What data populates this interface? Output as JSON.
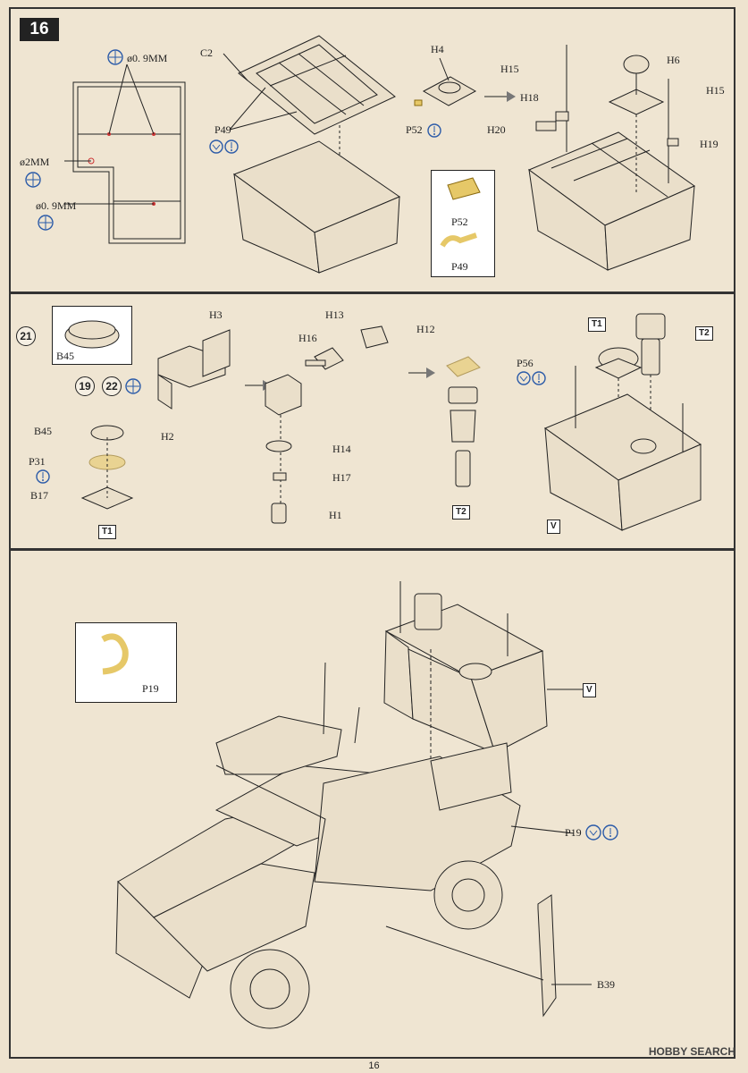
{
  "page_number": "16",
  "step": "16",
  "watermark": "HOBBY SEARCH",
  "panel1": {
    "drill_labels": [
      "ø0. 9MM",
      "ø2MM",
      "ø0. 9MM"
    ],
    "parts": {
      "c2": "C2",
      "p49": "P49",
      "h4": "H4",
      "p52": "P52",
      "h15a": "H15",
      "h18": "H18",
      "h20": "H20",
      "h6": "H6",
      "h15b": "H15",
      "h19": "H19"
    },
    "legend": {
      "p52": "P52",
      "p49": "P49"
    }
  },
  "panel2": {
    "circles": {
      "c21": "21",
      "c19": "19",
      "c22": "22"
    },
    "parts": {
      "b45": "B45",
      "h3": "H3",
      "h2": "H2",
      "b45b": "B45",
      "p31": "P31",
      "b17": "B17",
      "h16": "H16",
      "h13": "H13",
      "h12": "H12",
      "h14": "H14",
      "h17": "H17",
      "h1": "H1",
      "p56": "P56"
    },
    "tags": {
      "t1a": "T1",
      "t1b": "T1",
      "t2a": "T2",
      "t2b": "T2",
      "v": "V"
    }
  },
  "panel3": {
    "parts": {
      "p19_legend": "P19",
      "v": "V",
      "p19": "P19",
      "b39": "B39"
    }
  },
  "colors": {
    "paper": "#eee3cf",
    "line": "#222222",
    "part_yellow": "#e6c868",
    "icon_blue": "#2a5aa8"
  }
}
